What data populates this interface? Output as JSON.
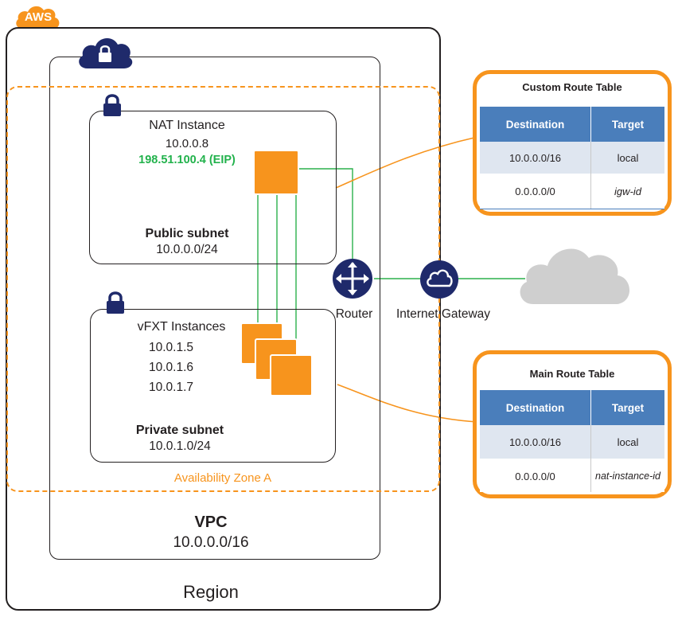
{
  "aws_badge": "AWS",
  "region_label": "Region",
  "vpc": {
    "title": "VPC",
    "cidr": "10.0.0.0/16"
  },
  "availability_zone": "Availability Zone A",
  "public_subnet": {
    "nat_title": "NAT Instance",
    "nat_ip": "10.0.0.8",
    "nat_eip": "198.51.100.4 (EIP)",
    "name": "Public subnet",
    "cidr": "10.0.0.0/24"
  },
  "private_subnet": {
    "title": "vFXT Instances",
    "ips": [
      "10.0.1.5",
      "10.0.1.6",
      "10.0.1.7"
    ],
    "name": "Private subnet",
    "cidr": "10.0.1.0/24"
  },
  "router_label": "Router",
  "gateway_label": "Internet Gateway",
  "custom_route_table": {
    "title": "Custom Route Table",
    "headers": [
      "Destination",
      "Target"
    ],
    "rows": [
      [
        "10.0.0.0/16",
        "local"
      ],
      [
        "0.0.0.0/0",
        "igw-id"
      ]
    ]
  },
  "main_route_table": {
    "title": "Main Route Table",
    "headers": [
      "Destination",
      "Target"
    ],
    "rows": [
      [
        "10.0.0.0/16",
        "local"
      ],
      [
        "0.0.0.0/0",
        "nat-instance-id"
      ]
    ]
  },
  "colors": {
    "orange": "#f7941d",
    "green_line": "#2bb14c",
    "navy_icon": "#1f2a6b",
    "table_header": "#4a7ebb",
    "row_alt": "#dfe6f0",
    "cloud_gray": "#cfcfcf",
    "eip_green": "#22b24c"
  },
  "icons": [
    "cloud-lock-icon",
    "lock-icon",
    "router-icon",
    "internet-gateway-icon",
    "internet-cloud-icon"
  ]
}
